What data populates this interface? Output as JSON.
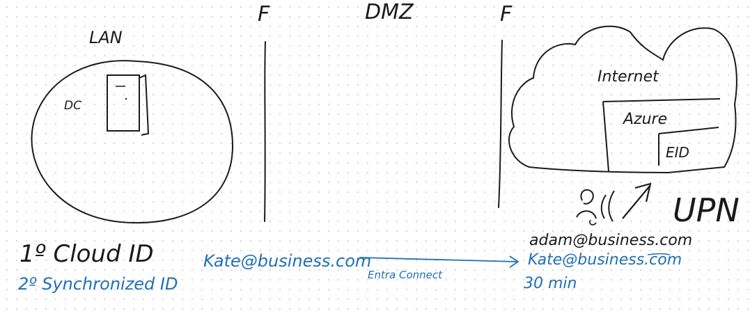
{
  "zones": {
    "firewall_left": "F",
    "dmz": "DMZ",
    "firewall_right": "F"
  },
  "lan": {
    "label": "LAN",
    "dc_label": "DC"
  },
  "cloud": {
    "internet": "Internet",
    "azure": "Azure",
    "eid": "EID"
  },
  "upn": "UPN",
  "notes": {
    "cloud_id": "1º Cloud ID",
    "synchronized_id": "2º Synchronized ID",
    "kate_left": "Kate@business.com",
    "connect_label": "Entra Connect",
    "adam": "adam@business.com",
    "kate_right": "Kate@business.com",
    "interval": "30 min"
  },
  "colors": {
    "ink": "#1a1a1a",
    "blue_ink": "#1f6fb8",
    "dot_grid": "#c9ccd2"
  }
}
